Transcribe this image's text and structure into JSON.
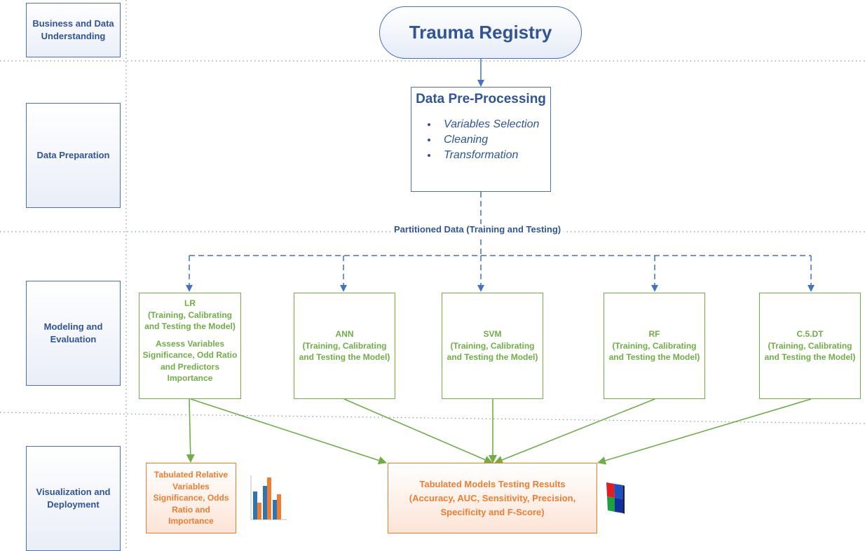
{
  "phases": {
    "business": "Business and Data Understanding",
    "preparation": "Data Preparation",
    "modeling": "Modeling and Evaluation",
    "deployment": "Visualization and Deployment"
  },
  "source": "Trauma Registry",
  "preprocessing": {
    "title": "Data Pre-Processing",
    "items": [
      "Variables Selection",
      "Cleaning",
      "Transformation"
    ]
  },
  "partition_label": "Partitioned Data (Training and Testing)",
  "models": {
    "lr": {
      "name": "LR",
      "detail": "(Training, Calibrating and Testing the Model)",
      "extra": "Assess Variables Significance, Odd Ratio and Predictors Importance"
    },
    "ann": {
      "name": "ANN",
      "detail": "(Training, Calibrating and Testing the Model)"
    },
    "svm": {
      "name": "SVM",
      "detail": "(Training, Calibrating and Testing the Model)"
    },
    "rf": {
      "name": "RF",
      "detail": "(Training, Calibrating and Testing the Model)"
    },
    "c5dt": {
      "name": "C.5.DT",
      "detail": "(Training, Calibrating and Testing the Model)"
    }
  },
  "outputs": {
    "variables": "Tabulated Relative Variables Significance, Odds Ratio and Importance",
    "results": "Tabulated Models Testing Results (Accuracy, AUC, Sensitivity, Precision, Specificity and F-Score)"
  },
  "colors": {
    "blue": "#4472c4",
    "dark_blue": "#2f5597",
    "green": "#70ad47",
    "orange": "#ed7d31"
  }
}
